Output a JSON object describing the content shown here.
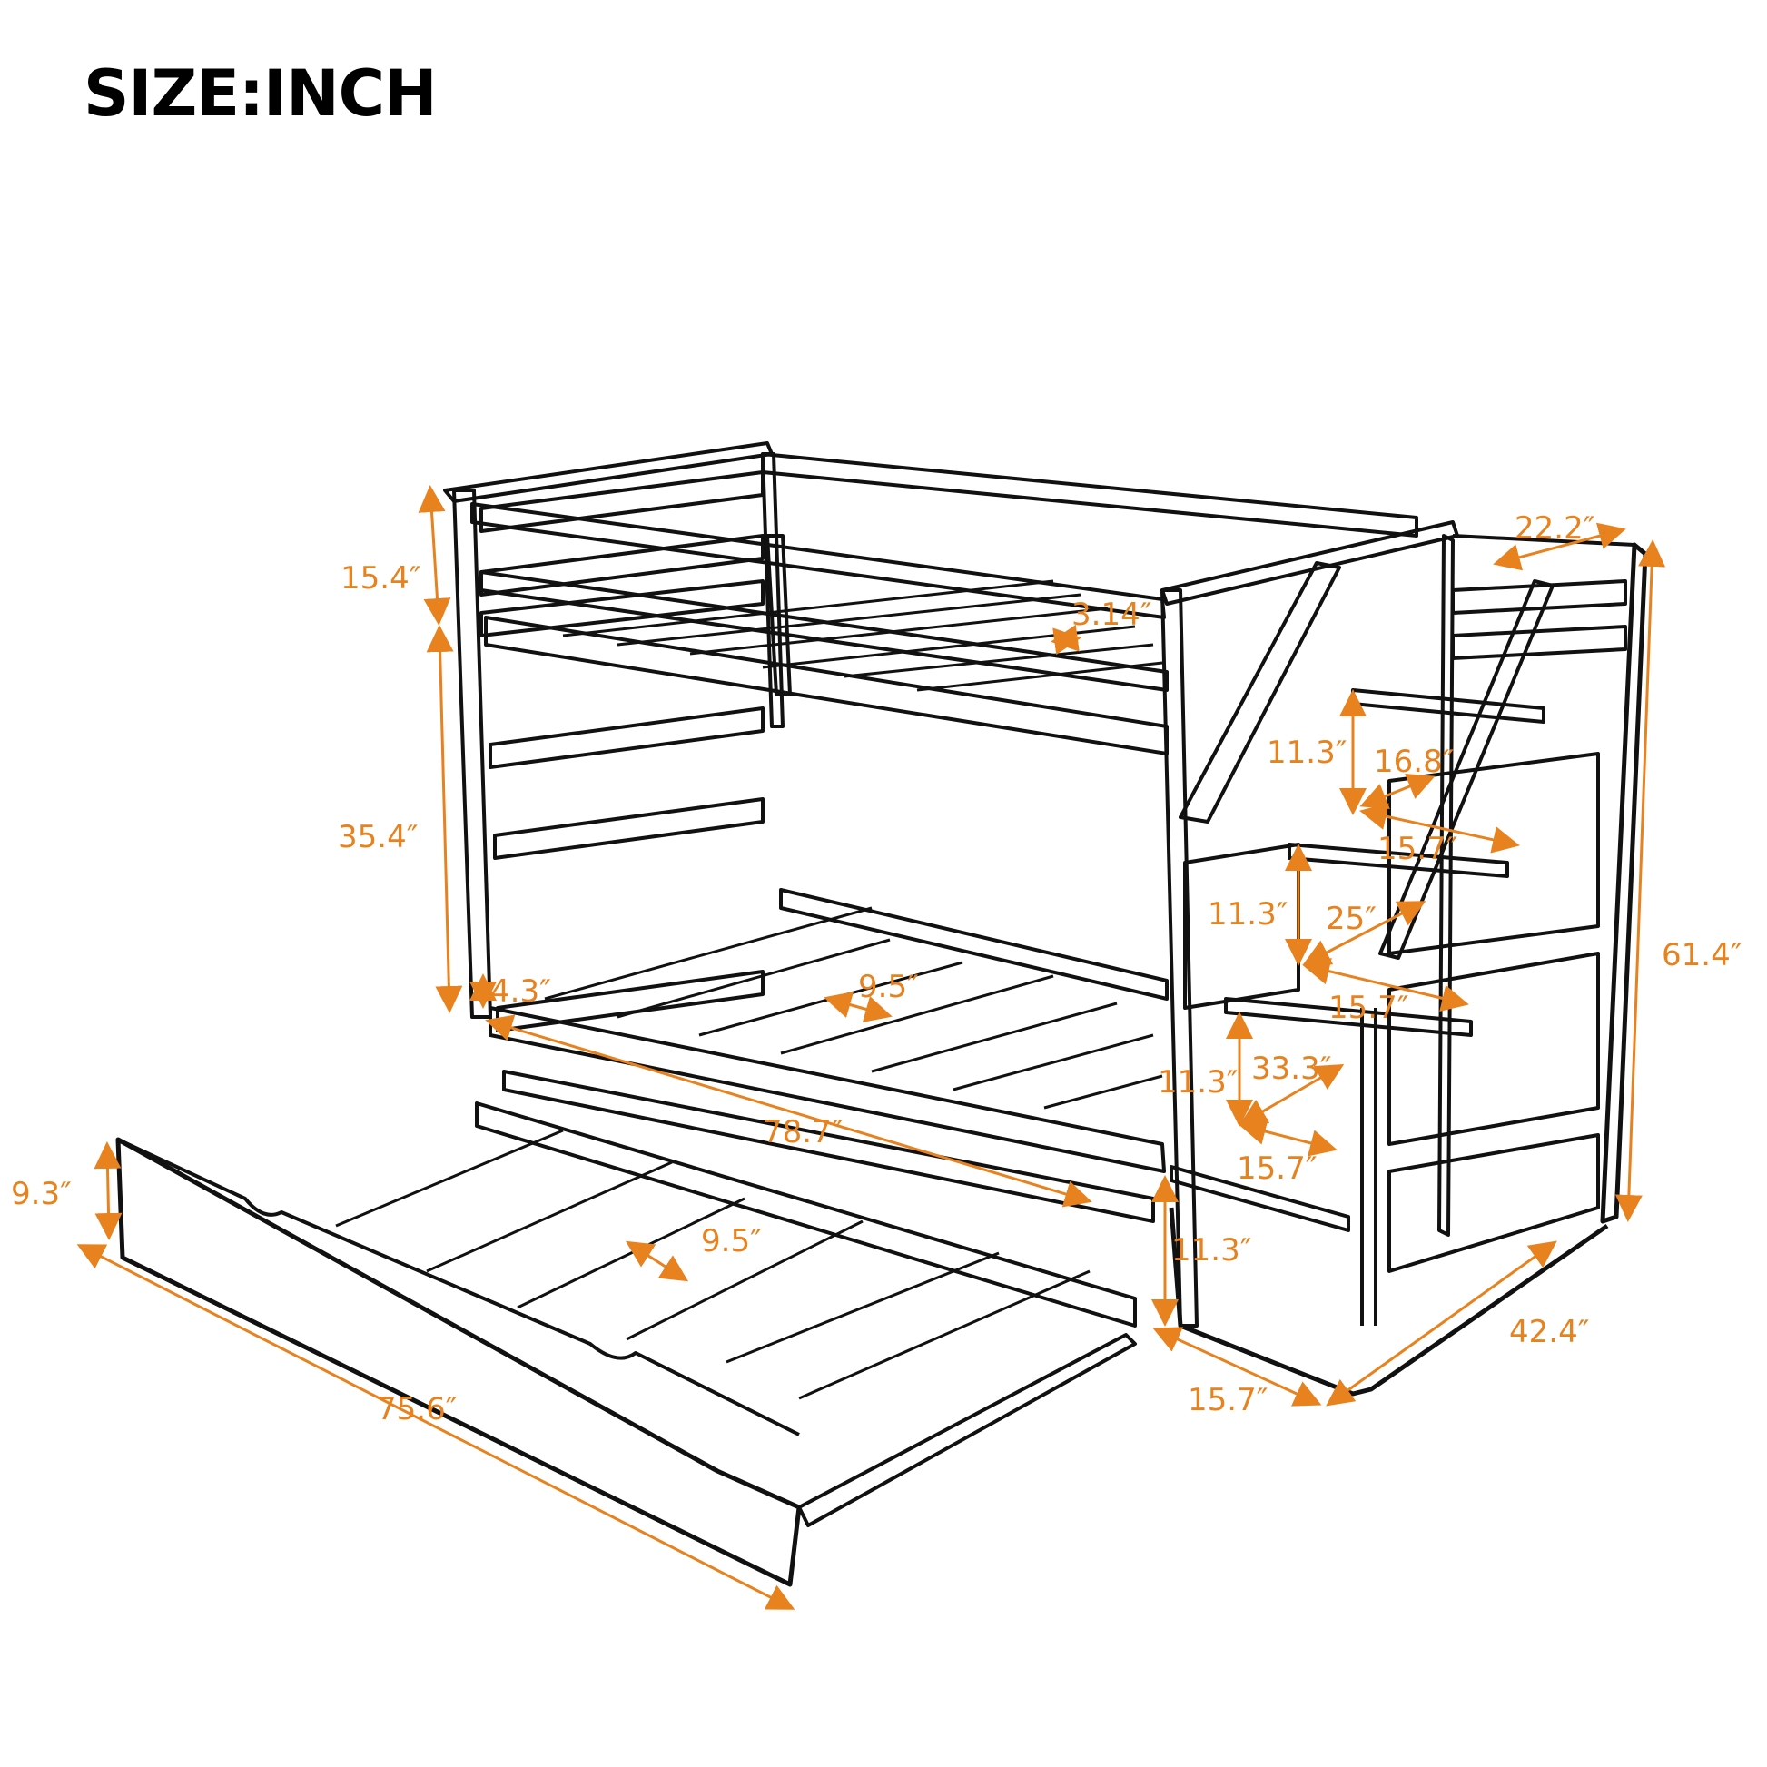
{
  "title": "SIZE:INCH",
  "colors": {
    "dimension": "#e8821e",
    "line": "#111111",
    "background": "#ffffff"
  },
  "diagram": {
    "subject": "twin-over-twin bunk bed with staircase storage and trundle",
    "dimensions": {
      "top_guardrail_height": "15.4″",
      "upper_bunk_clearance": "35.4″",
      "lower_rail_height": "4.3″",
      "upper_slat_gap": "3.14″",
      "stair_top_width": "22.2″",
      "overall_height": "61.4″",
      "stair_riser_1": "11.3″",
      "stair_diag_1": "16.8″",
      "stair_tread_1": "15.7″",
      "stair_riser_2": "11.3″",
      "stair_diag_2": "25″",
      "stair_tread_2": "15.7″",
      "stair_riser_3": "11.3″",
      "stair_diag_3": "33.3″",
      "stair_tread_3": "15.7″",
      "stair_riser_4": "11.3″",
      "lower_slat_gap": "9.5″",
      "bed_length": "78.7″",
      "stair_base_width": "15.7″",
      "overall_depth": "42.4″",
      "trundle_height": "9.3″",
      "trundle_slat_gap": "9.5″",
      "trundle_length": "75.6″"
    }
  }
}
